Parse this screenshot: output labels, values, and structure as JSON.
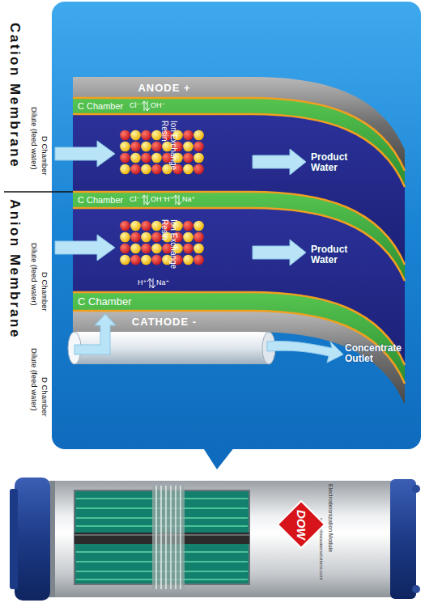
{
  "diagram": {
    "nodes": [
      {
        "text": [
          "ANODE +"
        ]
      },
      {
        "text": [
          "C Chamber"
        ]
      },
      {
        "text": [
          "Ion Exchange Resin"
        ]
      },
      {
        "text": [
          "C Chamber"
        ]
      },
      {
        "text": [
          "Ion Exchange Resin"
        ]
      },
      {
        "text": [
          "C Chamber"
        ]
      },
      {
        "text": [
          "CATHODE -"
        ]
      },
      {
        "text": [
          "Electrodeionization Module",
          "www.dowwatersolutions.com"
        ]
      },
      {
        "text": [
          "DOW"
        ],
        "in": 7
      }
    ],
    "labels": [
      "Cation Membrane",
      "Anion Membrane",
      "Dilute (feed water)",
      "D Chamber",
      "Dilute (feed water)",
      "D Chamber",
      "Dilute (feed water)",
      "D Chamber",
      "Cl⁻",
      "OH⁻",
      "Cl⁻",
      "OH⁻",
      "H⁺",
      "Na⁺",
      "H⁺",
      "Na⁺",
      "Product Water",
      "Product Water",
      "Concentrate Outlet"
    ]
  }
}
